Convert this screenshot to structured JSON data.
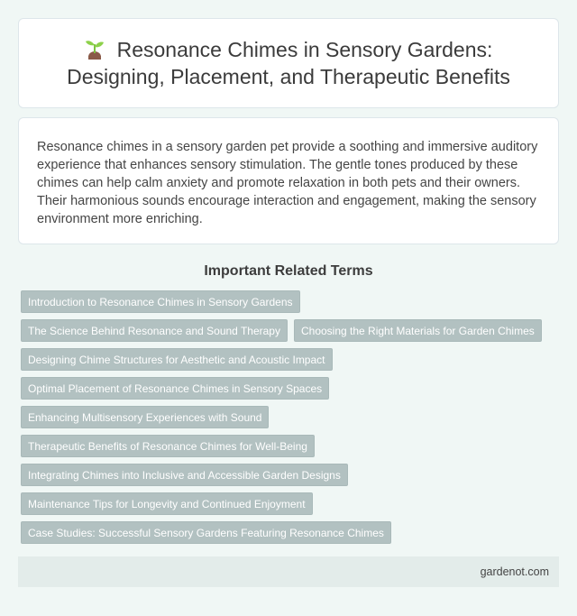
{
  "header": {
    "icon": "sprout-icon",
    "title": "Resonance Chimes in Sensory Gardens: Designing, Placement, and Therapeutic Benefits"
  },
  "summary": {
    "text": "Resonance chimes in a sensory garden pet provide a soothing and immersive auditory experience that enhances sensory stimulation. The gentle tones produced by these chimes can help calm anxiety and promote relaxation in both pets and their owners. Their harmonious sounds encourage interaction and engagement, making the sensory environment more enriching."
  },
  "related": {
    "heading": "Important Related Terms",
    "terms": [
      "Introduction to Resonance Chimes in Sensory Gardens",
      "The Science Behind Resonance and Sound Therapy",
      "Choosing the Right Materials for Garden Chimes",
      "Designing Chime Structures for Aesthetic and Acoustic Impact",
      "Optimal Placement of Resonance Chimes in Sensory Spaces",
      "Enhancing Multisensory Experiences with Sound",
      "Therapeutic Benefits of Resonance Chimes for Well-Being",
      "Integrating Chimes into Inclusive and Accessible Garden Designs",
      "Maintenance Tips for Longevity and Continued Enjoyment",
      "Case Studies: Successful Sensory Gardens Featuring Resonance Chimes"
    ]
  },
  "footer": {
    "site": "gardenot.com"
  },
  "colors": {
    "background": "#f0f7f5",
    "tag_bg": "#b2c1c1",
    "footer_bg": "#e3ecea"
  }
}
